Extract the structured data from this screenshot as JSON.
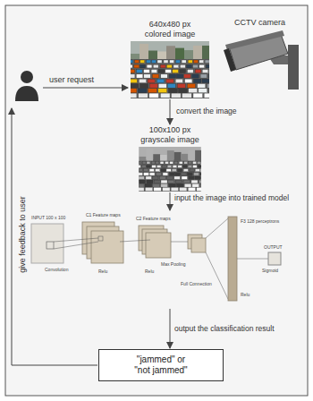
{
  "diagram": {
    "nodes": [
      {
        "text": [
          "640x480 px colored image"
        ]
      },
      {
        "text": [
          "100x100 px grayscale image"
        ]
      },
      {
        "text": [
          "INPUT 100 x 100",
          "C1 Feature maps",
          "Convolution",
          "Relu",
          "C2 Feature maps",
          "Relu",
          "Max Pooling",
          "Full Connection",
          "F3 128 perceptrons",
          "Relu",
          "OUTPUT",
          "Sigmoid"
        ]
      },
      {
        "text": [
          "\"jammed\" or \"not jammed\""
        ]
      }
    ],
    "edges": [
      {
        "from": 0,
        "to": 1,
        "arrow": "to",
        "label": "convert the image"
      },
      {
        "from": 1,
        "to": 2,
        "arrow": "to",
        "label": "input the image into trained model"
      },
      {
        "from": 2,
        "to": 3,
        "arrow": "to",
        "label": "output the classification result"
      }
    ],
    "labels": [
      "CCTV camera",
      "user request",
      "give feedback to user"
    ]
  }
}
